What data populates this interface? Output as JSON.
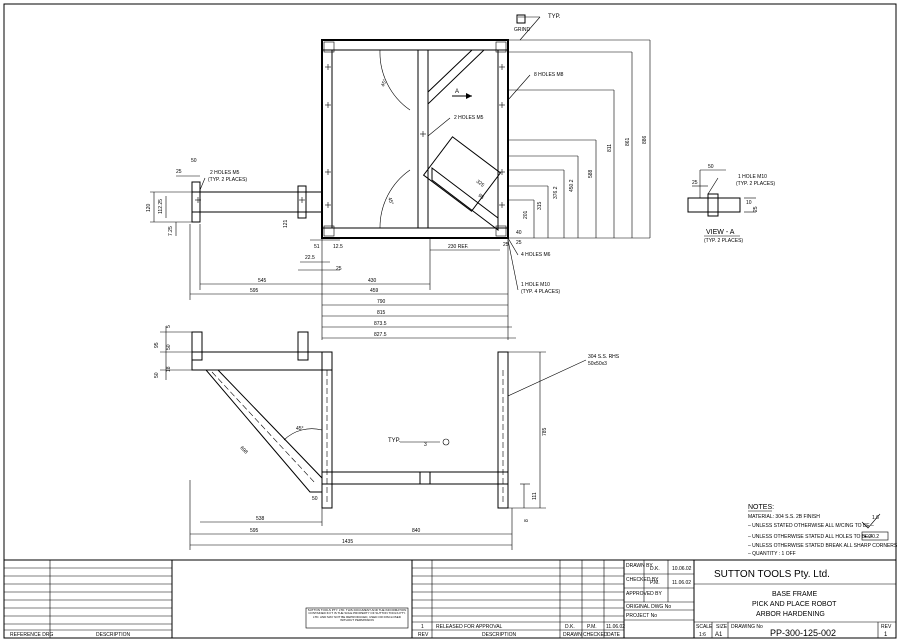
{
  "weld": {
    "typ_top": "TYP.",
    "grind": "GRIND",
    "typ_side": "TYP."
  },
  "plan_notes": {
    "holes_m5": "2 HOLES M5",
    "holes_m5_typ": "(TYP. 2 PLACES)",
    "holes_m8": "8 HOLES M8",
    "holes_m5b": "2 HOLES M5",
    "holes_m6": "4 HOLES M6",
    "hole_m10": "1 HOLE M10",
    "hole_m10_typ": "(TYP. 4 PLACES)",
    "section_a": "A"
  },
  "plan_dims": {
    "d50": "50",
    "d25": "25",
    "d120": "120",
    "d112": "112.25",
    "d725": "7.25",
    "d121": "121",
    "d45a": "45°",
    "d45b": "45°",
    "d325": "325",
    "d95": "95",
    "d230": "230 REF.",
    "d201": "201",
    "d315": "315",
    "d588": "588",
    "d4502": "450.2",
    "d3762": "376.2",
    "d811": "811",
    "d861": "861",
    "d886": "886",
    "d40": "40",
    "d25b": "25",
    "d25c": "25",
    "d51": "51",
    "d125": "12.5",
    "d225": "22.5",
    "d25d": "25",
    "d545": "545",
    "d430": "430",
    "d595": "595",
    "d459": "459",
    "d790": "790",
    "d815": "815",
    "d8735": "873.5",
    "d8275": "827.5"
  },
  "view_a": {
    "title": "VIEW - A",
    "subtitle": "(TYP. 2 PLACES)",
    "hole_m10": "1 HOLE M10",
    "typ": "(TYP. 2 PLACES)",
    "d50": "50",
    "d25": "25",
    "d10": "10",
    "d25b": "25"
  },
  "side_dims": {
    "d5": "5",
    "d95": "95",
    "d50": "50",
    "d18": "18",
    "d50b": "50",
    "d45": "45°",
    "d698": "698",
    "d50c": "50",
    "d538": "538",
    "d595": "595",
    "d840": "840",
    "d1435": "1435",
    "d785": "785",
    "d111": "111",
    "d8": "8",
    "weld3": "3",
    "rhs": "304 S.S. RHS",
    "rhs_size": "50x50x3"
  },
  "notes": {
    "heading": "NOTES:",
    "lines": [
      "MATERIAL: 304 S.S. 2B FINISH",
      "– UNLESS STATED OTHERWISE ALL M/CING TO BE –",
      "– UNLESS OTHERWISE STATED ALL HOLES TO BE –",
      "– UNLESS OTHERWISE STATED BREAK ALL SHARP CORNERS",
      "– QUANTITY : 1 OFF"
    ],
    "tol": "⌖ Ø0.2",
    "finish": "1.6"
  },
  "title_block": {
    "ref_label": "REFERENCE DRG",
    "desc_label": "DESCRIPTION",
    "copyright": "SUTTON TOOLS PTY. LTD. THIS DOCUMENT AND THE INFORMATION CONTAINED IN IT IS THE SOLE PROPERTY OF SUTTON TOOLS PTY. LTD. AND MAY NOT BE REPRODUCED, USED OR DISCLOSED WITHOUT PERMISSION",
    "rev_no": "1",
    "rev_desc": "RELEASED FOR APPROVAL",
    "rev_drawn": "D.K.",
    "rev_checked": "P.M.",
    "rev_date": "11.06.02",
    "col_rev": "REV",
    "col_desc": "DESCRIPTION",
    "col_drawn": "DRAWN",
    "col_checked": "CHECKED",
    "col_date": "DATE",
    "drawn_by": "DRAWN BY",
    "drawn_val": "D.K.",
    "drawn_date": "10.06.02",
    "checked_by": "CHECKED BY",
    "checked_val": "P.M.",
    "checked_date": "11.06.02",
    "approved_by": "APPROVED BY",
    "original": "ORIGINAL DWG No",
    "project": "PROJECT No",
    "company": "SUTTON TOOLS Pty. Ltd.",
    "title1": "BASE FRAME",
    "title2": "PICK AND PLACE ROBOT",
    "title3": "ARBOR HARDENING",
    "scale_label": "SCALE",
    "size_label": "SIZE",
    "dwg_label": "DRAWING No",
    "scale": "1:6",
    "size": "A1",
    "dwg_no": "PP-300-125-002",
    "rev_label": "REV",
    "rev": "1"
  }
}
